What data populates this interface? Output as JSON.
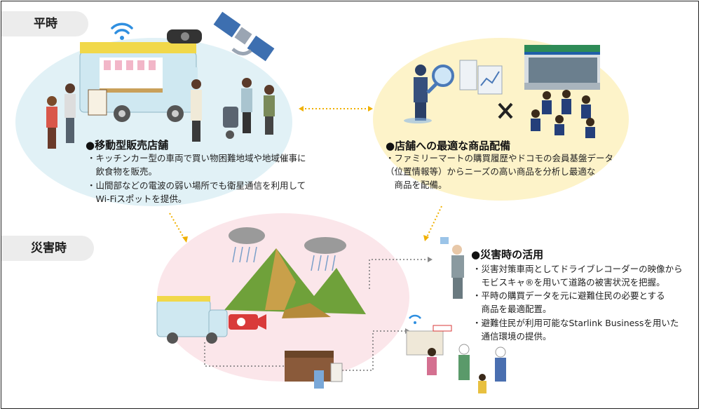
{
  "tags": {
    "normal": "平時",
    "disaster": "災害時"
  },
  "mobile": {
    "title": "●移動型販売店舗",
    "lines": [
      "・キッチンカー型の車両で買い物困難地域や地域催事に",
      "　飲食物を販売。",
      "・山間部などの電波の弱い場所でも衛星通信を利用して",
      "　Wi-Fiスポットを提供。"
    ]
  },
  "delivery": {
    "title": "●店舗への最適な商品配備",
    "lines": [
      "・ファミリーマートの購買履歴やドコモの会員基盤データ",
      "（位置情報等）からニーズの高い商品を分析し最適な",
      "　商品を配備。"
    ]
  },
  "disaster": {
    "title": "●災害時の活用",
    "lines": [
      "・災害対策車両としてドライブレコーダーの映像から",
      "　モビスキャ®を用いて道路の被害状況を把握。",
      "・平時の購買データを元に避難住民の必要とする",
      "　商品を最適配置。",
      "・避難住民が利用可能なStarlink Businessを用いた",
      "　通信環境の提供。"
    ]
  },
  "icons": [
    "wifi-icon",
    "satellite-icon",
    "camera-icon",
    "magnifier-icon",
    "cross-icon",
    "cloud-rain-icon",
    "mountain-icon",
    "recorder-icon",
    "supplies-icon"
  ],
  "colors": {
    "blue_blob": "#e1f1f6",
    "yellow_blob": "#fdf3c9",
    "pink_blob": "#fbe6ea",
    "arrow": "#f0b000",
    "accent": "#d93a3a"
  }
}
